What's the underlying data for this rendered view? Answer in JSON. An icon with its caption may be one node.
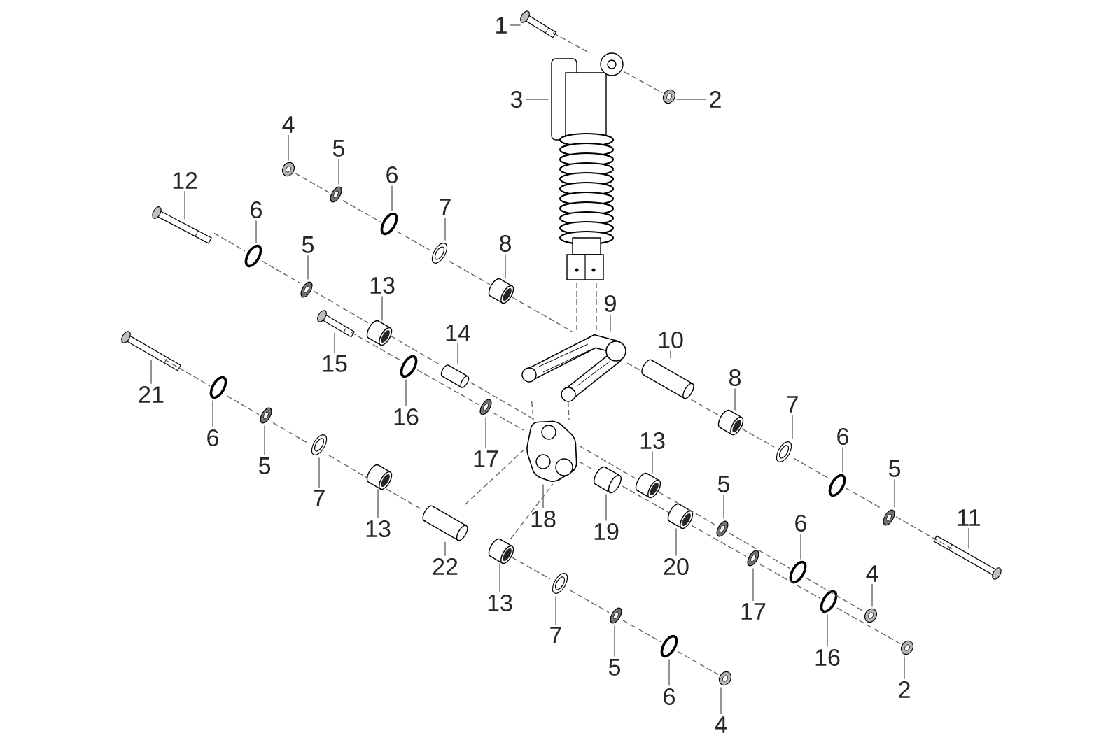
{
  "diagram": {
    "nodes": [
      {
        "text": [
          "1"
        ]
      },
      {
        "text": [
          "2"
        ]
      },
      {
        "text": [
          "3"
        ]
      },
      {
        "text": [
          "4"
        ]
      },
      {
        "text": [
          "5"
        ]
      },
      {
        "text": [
          "6"
        ]
      },
      {
        "text": [
          "7"
        ]
      },
      {
        "text": [
          "8"
        ]
      },
      {
        "text": [
          "12"
        ]
      },
      {
        "text": [
          "6"
        ]
      },
      {
        "text": [
          "5"
        ]
      },
      {
        "text": [
          "13"
        ]
      },
      {
        "text": [
          "9"
        ]
      },
      {
        "text": [
          "14"
        ]
      },
      {
        "text": [
          "15"
        ]
      },
      {
        "text": [
          "21"
        ]
      },
      {
        "text": [
          "10"
        ]
      },
      {
        "text": [
          "8"
        ]
      },
      {
        "text": [
          "16"
        ]
      },
      {
        "text": [
          "7"
        ]
      },
      {
        "text": [
          "6"
        ]
      },
      {
        "text": [
          "6"
        ]
      },
      {
        "text": [
          "17"
        ]
      },
      {
        "text": [
          "13"
        ]
      },
      {
        "text": [
          "5"
        ]
      },
      {
        "text": [
          "5"
        ]
      },
      {
        "text": [
          "7"
        ]
      },
      {
        "text": [
          "18"
        ]
      },
      {
        "text": [
          "11"
        ]
      },
      {
        "text": [
          "13"
        ]
      },
      {
        "text": [
          "19"
        ]
      },
      {
        "text": [
          "5"
        ]
      },
      {
        "text": [
          "20"
        ]
      },
      {
        "text": [
          "6"
        ]
      },
      {
        "text": [
          "22"
        ]
      },
      {
        "text": [
          "13"
        ]
      },
      {
        "text": [
          "17"
        ]
      },
      {
        "text": [
          "4"
        ]
      },
      {
        "text": [
          "7"
        ]
      },
      {
        "text": [
          "16"
        ]
      },
      {
        "text": [
          "5"
        ]
      },
      {
        "text": [
          "2"
        ]
      },
      {
        "text": [
          "6"
        ]
      },
      {
        "text": [
          "4"
        ]
      },
      {
        "text": [],
        "shape": "picture"
      },
      {
        "text": [],
        "shape": "picture"
      },
      {
        "text": [],
        "shape": "picture"
      },
      {
        "text": [],
        "shape": "picture"
      },
      {
        "text": [],
        "shape": "picture"
      },
      {
        "text": [],
        "shape": "picture"
      },
      {
        "text": [],
        "shape": "picture"
      },
      {
        "text": [],
        "shape": "picture"
      },
      {
        "text": [],
        "shape": "picture"
      },
      {
        "text": [],
        "shape": "picture"
      },
      {
        "text": [],
        "shape": "picture"
      },
      {
        "text": [],
        "shape": "picture"
      },
      {
        "text": [],
        "shape": "picture"
      },
      {
        "text": [],
        "shape": "picture"
      },
      {
        "text": [],
        "shape": "picture"
      },
      {
        "text": [],
        "shape": "picture"
      },
      {
        "text": [],
        "shape": "picture"
      },
      {
        "text": [],
        "shape": "picture"
      },
      {
        "text": [],
        "shape": "picture"
      },
      {
        "text": [],
        "shape": "picture"
      },
      {
        "text": [],
        "shape": "picture"
      },
      {
        "text": [],
        "shape": "picture"
      },
      {
        "text": [],
        "shape": "picture"
      },
      {
        "text": [],
        "shape": "picture"
      },
      {
        "text": [],
        "shape": "picture"
      },
      {
        "text": [],
        "shape": "picture"
      },
      {
        "text": [],
        "shape": "picture"
      },
      {
        "text": [],
        "shape": "picture"
      },
      {
        "text": [],
        "shape": "picture"
      },
      {
        "text": [],
        "shape": "picture"
      },
      {
        "text": [],
        "shape": "picture"
      },
      {
        "text": [],
        "shape": "picture"
      },
      {
        "text": [],
        "shape": "picture"
      },
      {
        "text": [],
        "shape": "picture"
      },
      {
        "text": [],
        "shape": "picture"
      },
      {
        "text": [],
        "shape": "picture"
      },
      {
        "text": [],
        "shape": "picture"
      },
      {
        "text": [],
        "shape": "picture"
      },
      {
        "text": [],
        "shape": "picture"
      },
      {
        "text": [],
        "shape": "picture"
      },
      {
        "text": [],
        "shape": "picture"
      },
      {
        "text": [],
        "shape": "picture"
      },
      {
        "text": [],
        "shape": "picture"
      },
      {
        "text": [],
        "shape": "picture"
      }
    ],
    "edges": [
      {
        "from": 0,
        "to": 44,
        "arrow": "none"
      },
      {
        "from": 1,
        "to": 45,
        "arrow": "none"
      },
      {
        "from": 2,
        "to": 46,
        "arrow": "none"
      },
      {
        "from": 3,
        "to": 47,
        "arrow": "none"
      },
      {
        "from": 4,
        "to": 48,
        "arrow": "none"
      },
      {
        "from": 5,
        "to": 49,
        "arrow": "none"
      },
      {
        "from": 6,
        "to": 50,
        "arrow": "none"
      },
      {
        "from": 7,
        "to": 51,
        "arrow": "none"
      },
      {
        "from": 8,
        "to": 52,
        "arrow": "none"
      },
      {
        "from": 9,
        "to": 53,
        "arrow": "none"
      },
      {
        "from": 10,
        "to": 54,
        "arrow": "none"
      },
      {
        "from": 11,
        "to": 55,
        "arrow": "none"
      },
      {
        "from": 12,
        "to": 56,
        "arrow": "none"
      },
      {
        "from": 13,
        "to": 57,
        "arrow": "none"
      },
      {
        "from": 14,
        "to": 58,
        "arrow": "none"
      },
      {
        "from": 15,
        "to": 59,
        "arrow": "none"
      },
      {
        "from": 16,
        "to": 60,
        "arrow": "none"
      },
      {
        "from": 17,
        "to": 61,
        "arrow": "none"
      },
      {
        "from": 18,
        "to": 62,
        "arrow": "none"
      },
      {
        "from": 19,
        "to": 63,
        "arrow": "none"
      },
      {
        "from": 20,
        "to": 64,
        "arrow": "none"
      },
      {
        "from": 21,
        "to": 65,
        "arrow": "none"
      },
      {
        "from": 22,
        "to": 66,
        "arrow": "none"
      },
      {
        "from": 23,
        "to": 67,
        "arrow": "none"
      },
      {
        "from": 24,
        "to": 68,
        "arrow": "none"
      },
      {
        "from": 25,
        "to": 69,
        "arrow": "none"
      },
      {
        "from": 26,
        "to": 70,
        "arrow": "none"
      },
      {
        "from": 27,
        "to": 71,
        "arrow": "none"
      },
      {
        "from": 28,
        "to": 72,
        "arrow": "none"
      },
      {
        "from": 29,
        "to": 73,
        "arrow": "none"
      },
      {
        "from": 30,
        "to": 74,
        "arrow": "none"
      },
      {
        "from": 31,
        "to": 75,
        "arrow": "none"
      },
      {
        "from": 32,
        "to": 76,
        "arrow": "none"
      },
      {
        "from": 33,
        "to": 77,
        "arrow": "none"
      },
      {
        "from": 34,
        "to": 78,
        "arrow": "none"
      },
      {
        "from": 35,
        "to": 79,
        "arrow": "none"
      },
      {
        "from": 36,
        "to": 80,
        "arrow": "none"
      },
      {
        "from": 37,
        "to": 81,
        "arrow": "none"
      },
      {
        "from": 38,
        "to": 82,
        "arrow": "none"
      },
      {
        "from": 39,
        "to": 83,
        "arrow": "none"
      },
      {
        "from": 40,
        "to": 84,
        "arrow": "none"
      },
      {
        "from": 41,
        "to": 85,
        "arrow": "none"
      },
      {
        "from": 42,
        "to": 86,
        "arrow": "none"
      },
      {
        "from": 43,
        "to": 87,
        "arrow": "none"
      },
      {
        "from": 44,
        "to": 46,
        "arrow": "none",
        "style": "dashed"
      },
      {
        "from": 46,
        "to": 45,
        "arrow": "none",
        "style": "dashed"
      },
      {
        "from": 47,
        "to": 48,
        "arrow": "none",
        "style": "dashed"
      },
      {
        "from": 48,
        "to": 49,
        "arrow": "none",
        "style": "dashed"
      },
      {
        "from": 49,
        "to": 50,
        "arrow": "none",
        "style": "dashed"
      },
      {
        "from": 50,
        "to": 51,
        "arrow": "none",
        "style": "dashed"
      },
      {
        "from": 51,
        "to": 56,
        "arrow": "none",
        "style": "dashed"
      },
      {
        "from": 56,
        "to": 60,
        "arrow": "none",
        "style": "dashed"
      },
      {
        "from": 60,
        "to": 61,
        "arrow": "none",
        "style": "dashed"
      },
      {
        "from": 61,
        "to": 63,
        "arrow": "none",
        "style": "dashed"
      },
      {
        "from": 63,
        "to": 64,
        "arrow": "none",
        "style": "dashed"
      },
      {
        "from": 64,
        "to": 69,
        "arrow": "none",
        "style": "dashed"
      },
      {
        "from": 69,
        "to": 72,
        "arrow": "none",
        "style": "dashed"
      },
      {
        "from": 52,
        "to": 53,
        "arrow": "none",
        "style": "dashed"
      },
      {
        "from": 53,
        "to": 54,
        "arrow": "none",
        "style": "dashed"
      },
      {
        "from": 54,
        "to": 55,
        "arrow": "none",
        "style": "dashed"
      },
      {
        "from": 55,
        "to": 57,
        "arrow": "none",
        "style": "dashed"
      },
      {
        "from": 57,
        "to": 71,
        "arrow": "none",
        "style": "dashed"
      },
      {
        "from": 71,
        "to": 67,
        "arrow": "none",
        "style": "dashed"
      },
      {
        "from": 67,
        "to": 75,
        "arrow": "none",
        "style": "dashed"
      },
      {
        "from": 75,
        "to": 77,
        "arrow": "none",
        "style": "dashed"
      },
      {
        "from": 77,
        "to": 81,
        "arrow": "none",
        "style": "dashed"
      },
      {
        "from": 58,
        "to": 62,
        "arrow": "none",
        "style": "dashed"
      },
      {
        "from": 62,
        "to": 66,
        "arrow": "none",
        "style": "dashed"
      },
      {
        "from": 66,
        "to": 71,
        "arrow": "none",
        "style": "dashed"
      },
      {
        "from": 71,
        "to": 74,
        "arrow": "none",
        "style": "dashed"
      },
      {
        "from": 74,
        "to": 76,
        "arrow": "none",
        "style": "dashed"
      },
      {
        "from": 76,
        "to": 80,
        "arrow": "none",
        "style": "dashed"
      },
      {
        "from": 80,
        "to": 83,
        "arrow": "none",
        "style": "dashed"
      },
      {
        "from": 83,
        "to": 85,
        "arrow": "none",
        "style": "dashed"
      },
      {
        "from": 59,
        "to": 65,
        "arrow": "none",
        "style": "dashed"
      },
      {
        "from": 65,
        "to": 68,
        "arrow": "none",
        "style": "dashed"
      },
      {
        "from": 68,
        "to": 70,
        "arrow": "none",
        "style": "dashed"
      },
      {
        "from": 70,
        "to": 73,
        "arrow": "none",
        "style": "dashed"
      },
      {
        "from": 73,
        "to": 78,
        "arrow": "none",
        "style": "dashed"
      },
      {
        "from": 78,
        "to": 71,
        "arrow": "none",
        "style": "dashed"
      },
      {
        "from": 79,
        "to": 82,
        "arrow": "none",
        "style": "dashed"
      },
      {
        "from": 82,
        "to": 84,
        "arrow": "none",
        "style": "dashed"
      },
      {
        "from": 84,
        "to": 86,
        "arrow": "none",
        "style": "dashed"
      },
      {
        "from": 86,
        "to": 87,
        "arrow": "none",
        "style": "dashed"
      },
      {
        "from": 79,
        "to": 71,
        "arrow": "none",
        "style": "dashed"
      },
      {
        "from": 46,
        "to": 56,
        "arrow": "none",
        "style": "dashed"
      },
      {
        "from": 46,
        "to": 56,
        "arrow": "none",
        "style": "dashed"
      },
      {
        "from": 56,
        "to": 71,
        "arrow": "none",
        "style": "dashed"
      },
      {
        "from": 56,
        "to": 71,
        "arrow": "none",
        "style": "dashed"
      }
    ]
  }
}
